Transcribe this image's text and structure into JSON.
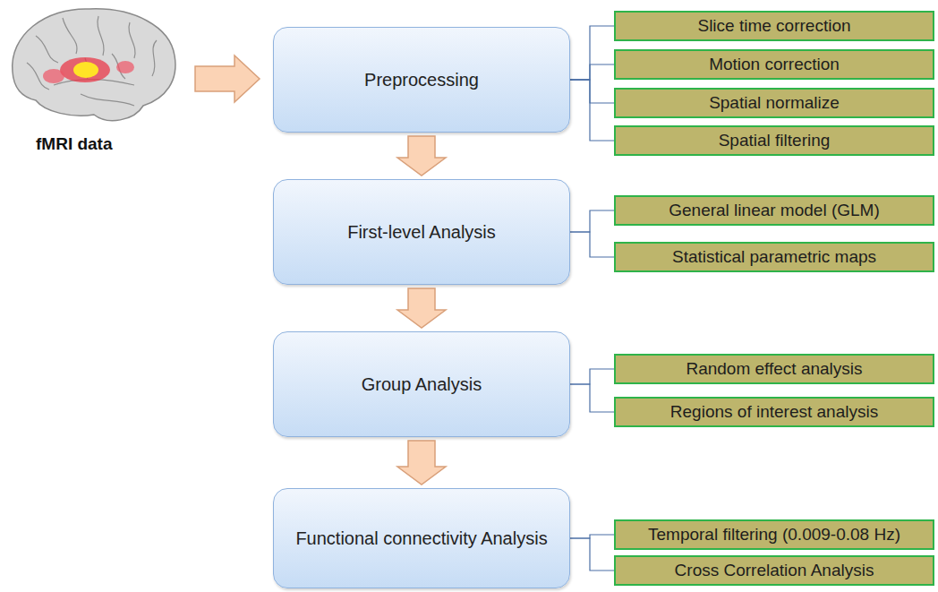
{
  "diagram": {
    "nodes": [
      {
        "text": [
          "Preprocessing"
        ]
      },
      {
        "text": [
          "Slice time correction"
        ]
      },
      {
        "text": [
          "Motion correction"
        ]
      },
      {
        "text": [
          "Spatial normalize"
        ]
      },
      {
        "text": [
          "Spatial filtering"
        ]
      },
      {
        "text": [
          "First-level Analysis"
        ]
      },
      {
        "text": [
          "General linear model (GLM)"
        ]
      },
      {
        "text": [
          "Statistical parametric maps"
        ]
      },
      {
        "text": [
          "Group Analysis"
        ]
      },
      {
        "text": [
          "Random effect analysis"
        ]
      },
      {
        "text": [
          "Regions of interest analysis"
        ]
      },
      {
        "text": [
          "Functional connectivity Analysis"
        ]
      },
      {
        "text": [
          "Temporal filtering (0.009-0.08 Hz)"
        ]
      },
      {
        "text": [
          "Cross Correlation Analysis"
        ]
      }
    ],
    "edges": [
      {
        "from": 0,
        "to": 5,
        "arrow": "to"
      },
      {
        "from": 5,
        "to": 8,
        "arrow": "to"
      },
      {
        "from": 8,
        "to": 11,
        "arrow": "to"
      },
      {
        "from": 0,
        "to": 1,
        "arrow": "none"
      },
      {
        "from": 0,
        "to": 2,
        "arrow": "none"
      },
      {
        "from": 0,
        "to": 3,
        "arrow": "none"
      },
      {
        "from": 0,
        "to": 4,
        "arrow": "none"
      },
      {
        "from": 5,
        "to": 6,
        "arrow": "none"
      },
      {
        "from": 5,
        "to": 7,
        "arrow": "none"
      },
      {
        "from": 8,
        "to": 9,
        "arrow": "none"
      },
      {
        "from": 8,
        "to": 10,
        "arrow": "none"
      },
      {
        "from": 11,
        "to": 12,
        "arrow": "none"
      },
      {
        "from": 11,
        "to": 13,
        "arrow": "none"
      }
    ],
    "labels": [
      "fMRI data"
    ]
  }
}
